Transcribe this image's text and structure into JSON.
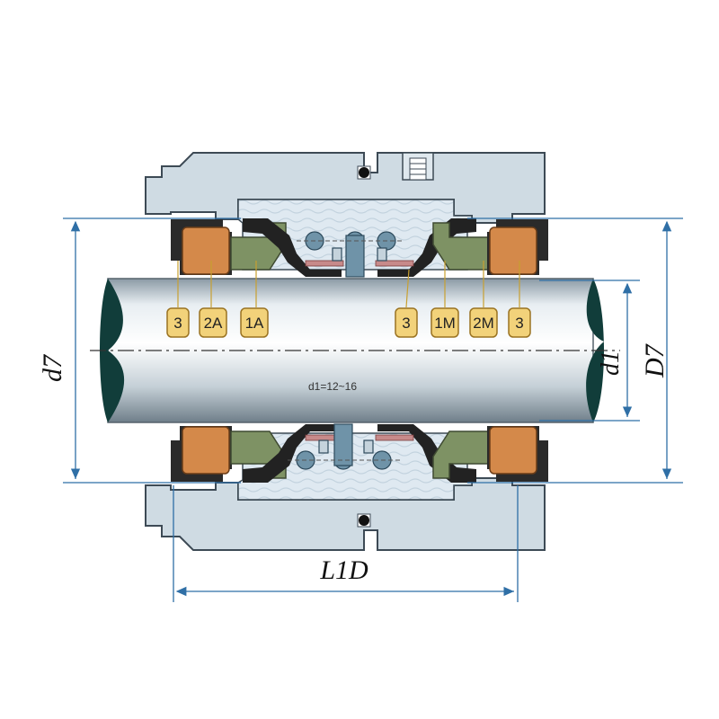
{
  "colors": {
    "housing": "#cfdbe3",
    "housing_stroke": "#3d4a55",
    "gland": "#b8cbd8",
    "ring_copper": "#d4894a",
    "seat_green": "#7e9264",
    "boot_black": "#222222",
    "spring": "#6f93a8",
    "cooling": "#dbe7f0",
    "tag_fill": "#f2d27a",
    "tag_stroke": "#9a7322",
    "dim_line": "#2f6fa6",
    "shaft_edge": "#113d3a"
  },
  "labels": {
    "d7": "d7",
    "D7": "D7",
    "d1": "d1",
    "L1D": "L1D",
    "shaft_note": "d1=12~16"
  },
  "left_tags": [
    "3",
    "2A",
    "1A"
  ],
  "right_tags": [
    "3",
    "1M",
    "2M",
    "3"
  ]
}
